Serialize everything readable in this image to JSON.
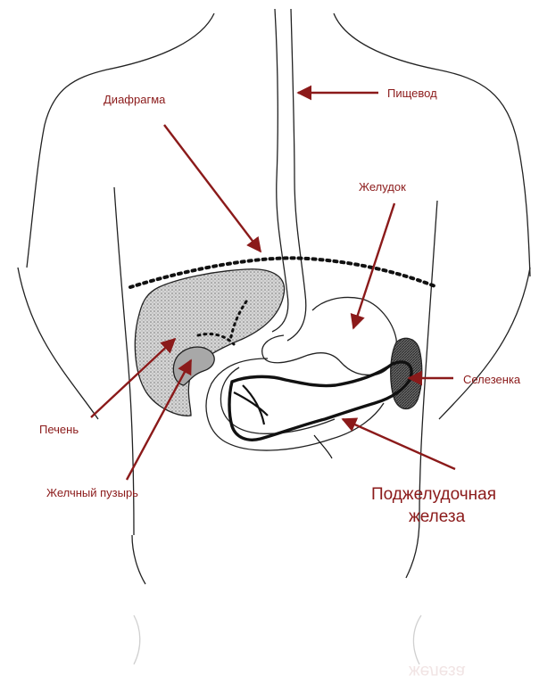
{
  "labels": {
    "esophagus": "Пищевод",
    "diaphragm": "Диафрагма",
    "stomach": "Желудок",
    "spleen": "Селезенка",
    "liver": "Печень",
    "gallbladder": "Желчный пузырь",
    "pancreas_line1": "Поджелудочная",
    "pancreas_line2": "железа"
  },
  "colors": {
    "label_color": "#8b1a1a",
    "arrow_color": "#8b1a1a",
    "outline_color": "#222222",
    "liver_fill": "#bdbdbd",
    "spleen_fill": "#555555"
  }
}
